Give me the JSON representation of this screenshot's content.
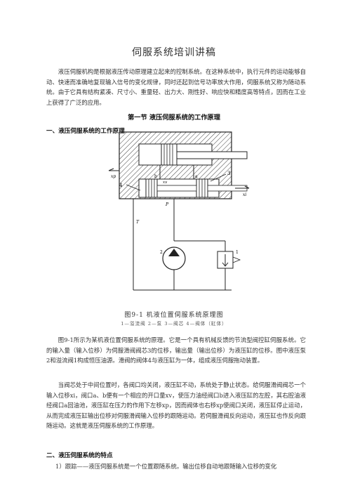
{
  "doc": {
    "title": "伺服系统培训讲稿",
    "intro": "液压伺服机构是根据液压传动原理建立起来的控制系统。在这种系统中，执行元件的运动能够自动、快速而准确地复现输入信号的变化规律，同时还起到信号功率放大作用，伺服系统又称为随动系统。由于它具有结构紧凑、尺寸小、重量轻、出力大、刚性好、响应快和精度高等特点，因而在工业上获得了广泛的应用。",
    "section_title": "第一节    液压伺服系统的工作原理",
    "h1": "一、液压伺服系统的工作原理",
    "figure": {
      "caption": "图9-1   机液位置伺服系统原理图",
      "legend": "1—溢流阀    2—泵    3—阀芯    4—阀体（缸体）",
      "labels": {
        "xv": "xv",
        "xp": "xp",
        "xi": "xi",
        "n3": "3",
        "n4": "4",
        "b": "b",
        "a": "a",
        "p": "P",
        "T": "T",
        "n1": "1",
        "n2": "2"
      }
    },
    "p1": "图9-1所示为某机液位置伺服系统的原理。它是一个具有机械反馈的节流型阀控缸伺服系统。它的输入量（输入位移）为伺服滑阀阀芯3的位移，输出量（输出位移）为液压缸的位移。图中液压泵2和溢流阀1构成恒压油源。滑阀的阀体4与液压缸为一体，组成液压伺服拖动装置。",
    "p2": "当阀芯处于中间位置时，各阀口均关闭，液压缸不动，系统处于静止状态。给伺服滑阀阀芯一个输入位移xi，阀口a、b便有一个相应的开口量xv，使压力油经阀口b进入液压缸的左腔，其右腔油液经阀口a回油池，液压缸在压力的作用下左移xp，因而阀体也右移xp使阀口关闭，液压缸停止运动，从而完成液压缸输出位移对伺服滑阀输入位移的跟随运动。若伺服滑阀反向运动，液压缸也作反向跟随运动。这就是液压伺服系统的工作原理。",
    "h2": "二、液压伺服系统的特点",
    "item1": "1）跟踪——液压伺服系统是一个位置跟随系统。输出位移自动地跟随输入位移的变化"
  }
}
